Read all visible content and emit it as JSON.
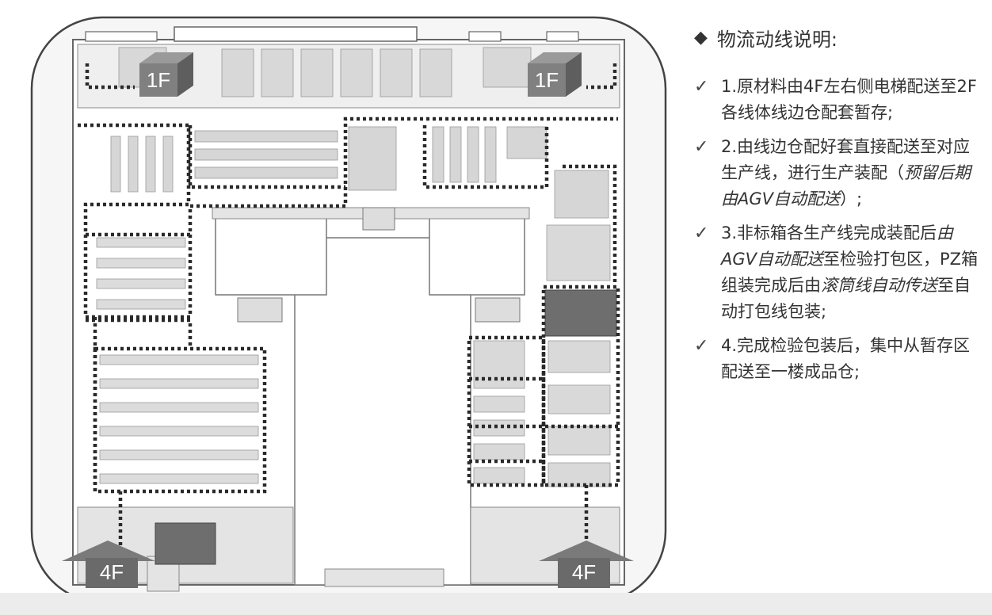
{
  "floor_labels": {
    "one_left": "1F",
    "one_right": "1F",
    "four_left": "4F",
    "four_right": "4F"
  },
  "panel": {
    "heading": "物流动线说明:",
    "items": [
      {
        "parts": [
          {
            "t": "1.原材料由4F左右侧电梯配送至2F各线体线边仓配套暂存;",
            "em": false
          }
        ]
      },
      {
        "parts": [
          {
            "t": "2.由线边仓配好套直接配送至对应生产线，进行生产装配（",
            "em": false
          },
          {
            "t": "预留后期由AGV自动配送",
            "em": true
          },
          {
            "t": "）;",
            "em": false
          }
        ]
      },
      {
        "parts": [
          {
            "t": "3.非标箱各生产线完成装配后",
            "em": false
          },
          {
            "t": "由AGV自动配送",
            "em": true
          },
          {
            "t": "至检验打包区，PZ箱组装完成后由",
            "em": false
          },
          {
            "t": "滚筒线自动传送",
            "em": true
          },
          {
            "t": "至自动打包线包装;",
            "em": false
          }
        ]
      },
      {
        "parts": [
          {
            "t": "4.完成检验包装后，集中从暂存区配送至一楼成品仓;",
            "em": false
          }
        ]
      }
    ]
  },
  "colors": {
    "route": "#2a2a2a",
    "wall": "#555555",
    "box": "#6e6e6e",
    "frame": "#444444"
  }
}
